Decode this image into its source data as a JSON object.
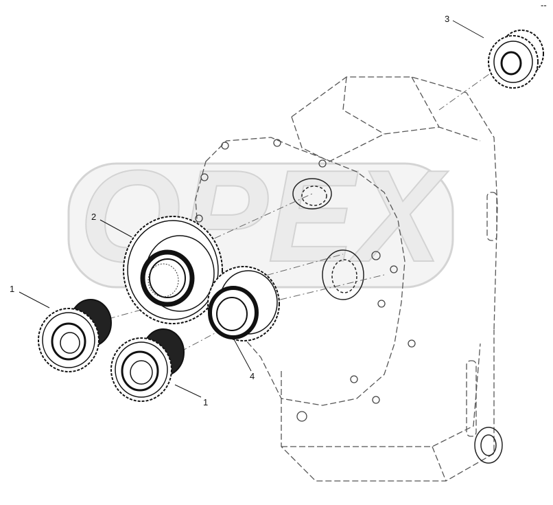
{
  "diagram": {
    "callouts": [
      {
        "id": "1a",
        "label": "1"
      },
      {
        "id": "1b",
        "label": "1"
      },
      {
        "id": "2",
        "label": "2"
      },
      {
        "id": "3",
        "label": "3"
      },
      {
        "id": "4",
        "label": "4"
      }
    ],
    "corner_mark": "--",
    "watermark": "OPEX"
  },
  "colors": {
    "ink": "#1a1a1a",
    "dashed": "#555555",
    "watermark_fill": "#efefef",
    "watermark_stroke": "#c8c8c8"
  }
}
